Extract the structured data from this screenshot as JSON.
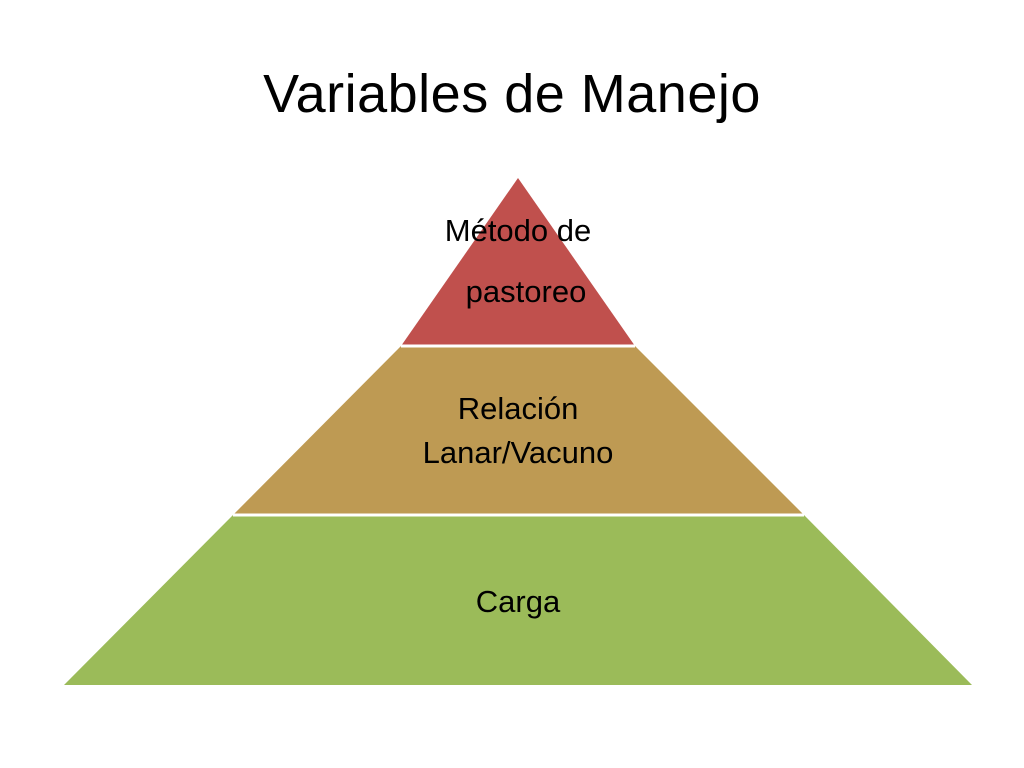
{
  "slide": {
    "title": "Variables de Manejo"
  },
  "pyramid": {
    "tiers": [
      {
        "label_lines": [
          "Método de",
          "pastoreo"
        ],
        "color": "#C0504D"
      },
      {
        "label_lines": [
          "Relación",
          "Lanar/Vacuno"
        ],
        "color": "#BE9A53"
      },
      {
        "label_lines": [
          "Carga"
        ],
        "color": "#9BBB59"
      }
    ]
  }
}
